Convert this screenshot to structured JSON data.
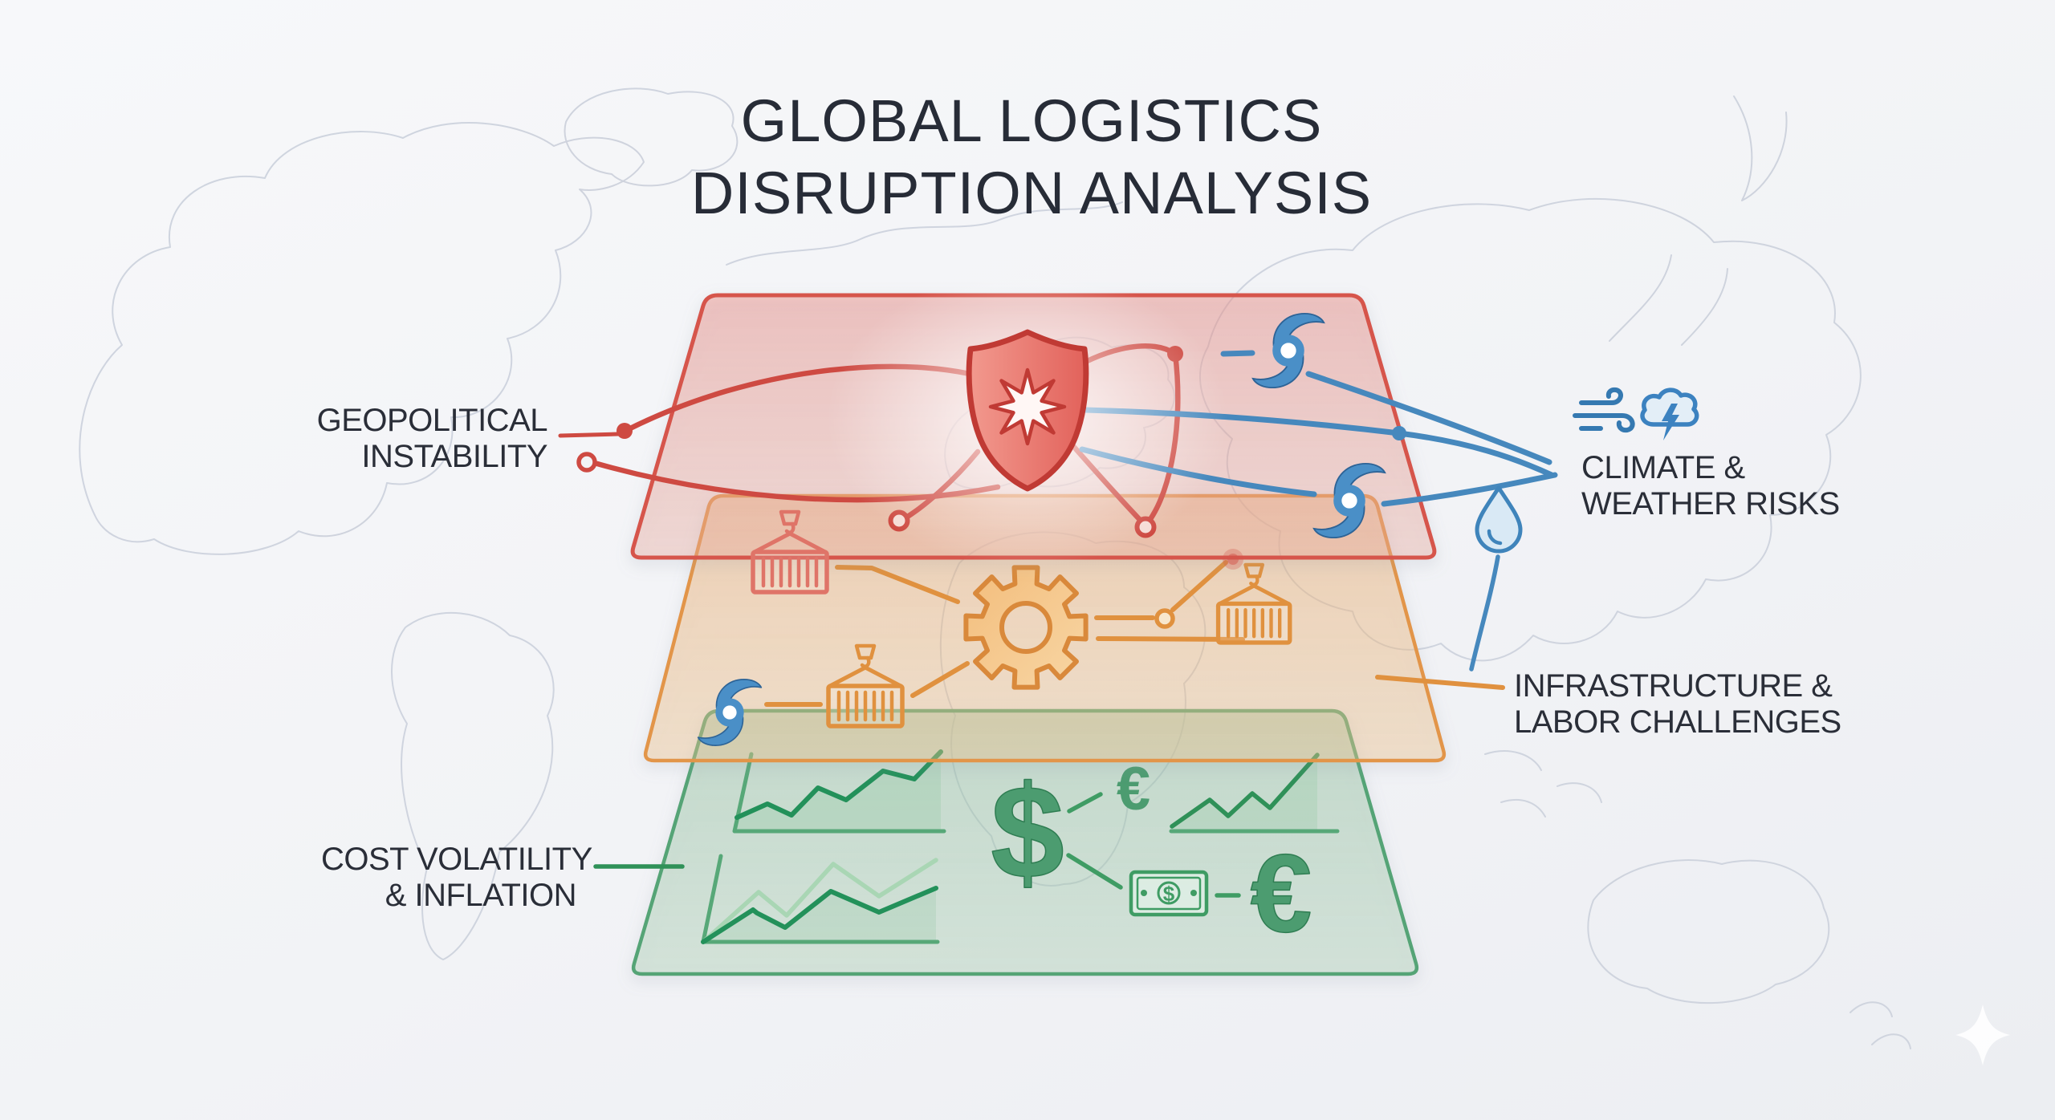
{
  "title": {
    "line1": "GLOBAL LOGISTICS",
    "line2": "DISRUPTION ANALYSIS"
  },
  "layers": [
    {
      "id": "geopolitical",
      "label_line1": "GEOPOLITICAL",
      "label_line2": "INSTABILITY",
      "color": "#d6544b"
    },
    {
      "id": "climate",
      "label_line1": "CLIMATE &",
      "label_line2": "WEATHER RISKS",
      "color": "#3c7fb5"
    },
    {
      "id": "infrastructure",
      "label_line1": "INFRASTRUCTURE &",
      "label_line2": "LABOR CHALLENGES",
      "color": "#e0913f"
    },
    {
      "id": "cost",
      "label_line1": "COST VOLATILITY",
      "label_line2": "& INFLATION",
      "color": "#4f9e6c"
    }
  ],
  "currency": {
    "dollar_large": "$",
    "euro_small": "€",
    "euro_large": "€",
    "bill_dollar": "$"
  },
  "icons": [
    "shield-burst-icon",
    "hurricane-icon",
    "wind-icon",
    "storm-cloud-icon",
    "water-droplet-icon",
    "cargo-container-icon",
    "gear-icon",
    "line-chart-icon",
    "dollar-bill-icon",
    "sparkle-icon"
  ],
  "colors": {
    "background": "#f2f3f5",
    "ink": "#272c37",
    "red": "#d6544b",
    "orange": "#e0913f",
    "green": "#3f9c64",
    "blue": "#3c7fb5",
    "map_line": "#cbd0db"
  }
}
